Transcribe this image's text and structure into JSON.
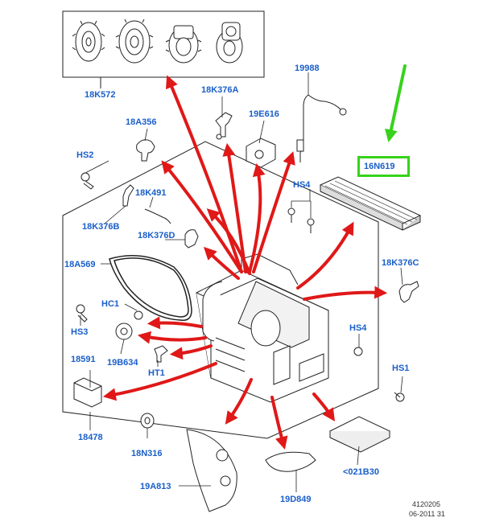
{
  "colors": {
    "callout_text": "#1a5fc8",
    "arrow_red": "#e01818",
    "arrow_green": "#37d21b",
    "line_drawing": "#222222"
  },
  "labels": {
    "18K572": "18K572",
    "18K376A": "18K376A",
    "19988": "19988",
    "18A356": "18A356",
    "19E616": "19E616",
    "HS2": "HS2",
    "18K491": "18K491",
    "HS4_top": "HS4",
    "16N619": "16N619",
    "18K376B": "18K376B",
    "18K376D": "18K376D",
    "18A569": "18A569",
    "18K376C": "18K376C",
    "HC1": "HC1",
    "HS3": "HS3",
    "19B634": "19B634",
    "HS4_right": "HS4",
    "18591": "18591",
    "HT1": "HT1",
    "HS1": "HS1",
    "18478": "18478",
    "18N316": "18N316",
    "021B30": "<021B30",
    "19A813": "19A813",
    "19D849": "19D849"
  },
  "figure": {
    "number": "4120205",
    "date": "06-2011 31"
  }
}
